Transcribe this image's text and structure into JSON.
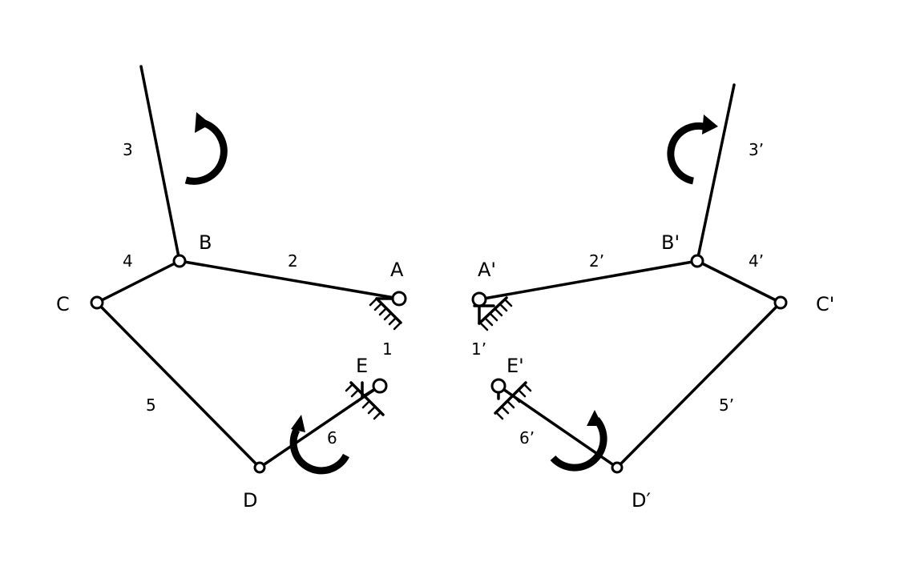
{
  "left_mechanism": {
    "joints": {
      "A": "A",
      "B": "B",
      "C": "C",
      "D": "D",
      "E": "E"
    },
    "links": {
      "fixed": "1",
      "crank": "2",
      "output_arm": "3",
      "link_4": "4",
      "link_5": "5",
      "link_6": "6"
    }
  },
  "right_mechanism": {
    "joints": {
      "A": "A'",
      "B": "B'",
      "C": "C'",
      "D": "D′",
      "E": "E'"
    },
    "links": {
      "fixed": "1’",
      "crank": "2’",
      "output_arm": "3’",
      "link_4": "4’",
      "link_5": "5’",
      "link_6": "6’"
    }
  },
  "colors": {
    "line": "#000000",
    "background": "#ffffff"
  },
  "icons": [
    "rotation-arrow-icon",
    "ground-hatch-icon",
    "pivot-joint-icon"
  ]
}
